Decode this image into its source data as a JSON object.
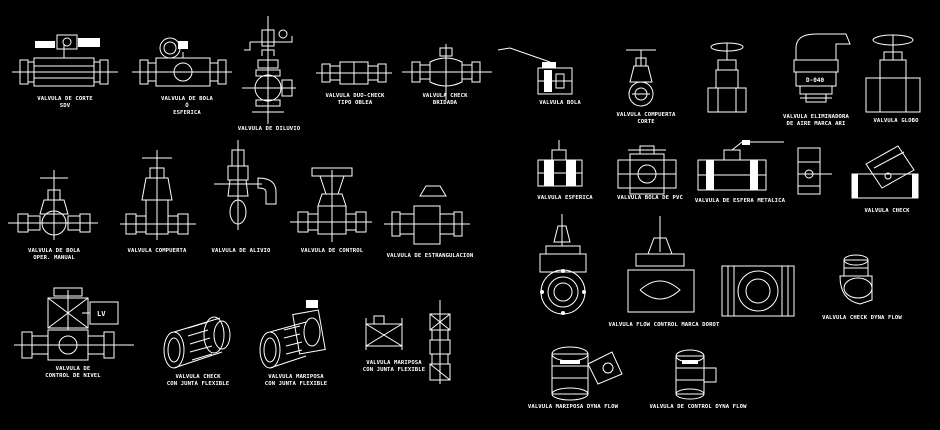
{
  "colors": {
    "background": "#000000",
    "linework": "#ffffff",
    "accent": "#ff2a2a"
  },
  "labels": {
    "shutoff_sdv": [
      "VALVULA DE CORTE",
      "SDV"
    ],
    "ball_or_sphere": [
      "VALVULA DE BOLA",
      "Ó",
      "ESFERICA"
    ],
    "deluge": [
      "VALVULA DE DILUVIO"
    ],
    "duo_check": [
      "VALVULA DUO-CHECK",
      "TIPO OBLEA"
    ],
    "check_flanged": [
      "VALVULA CHECK",
      "BRIDADA"
    ],
    "ball_valve": [
      "VALVULA BOLA"
    ],
    "gate_cut": [
      "VALVULA COMPUERTA",
      "CORTE"
    ],
    "air_eliminator": [
      "VALVULA ELIMINADORA",
      "DE AIRE MARCA ARI"
    ],
    "globe": [
      "VALVULA GLOBO"
    ],
    "ball_manual": [
      "VALVULA DE BOLA",
      "OPER. MANUAL"
    ],
    "gate": [
      "VALVULA COMPUERTA"
    ],
    "relief": [
      "VALVULA DE ALIVIO"
    ],
    "control": [
      "VALVULA DE CONTROL"
    ],
    "throttle": [
      "VALVULA DE ESTRANGULACION"
    ],
    "sphere": [
      "VALVULA ESFERICA"
    ],
    "pvc_ball": [
      "VALVULA BOLA DE PVC"
    ],
    "metal_sphere": [
      "VALVULA DE ESFERA METALICA"
    ],
    "check": [
      "VALVULA CHECK"
    ],
    "level_control": [
      "VALVULA DE",
      "CONTROL DE NIVEL"
    ],
    "check_flexible": [
      "VALVULA CHECK",
      "CON JUNTA FLEXIBLE"
    ],
    "butterfly_flexible_a": [
      "VALVULA MARIPOSA",
      "CON JUNTA FLEXIBLE"
    ],
    "butterfly_flexible_b": [
      "VALVULA MARIPOSA",
      "CON JUNTA FLEXIBLE"
    ],
    "flow_control_dorot": [
      "VALVULA FLOW CONTROL MARCA DOROT"
    ],
    "check_dyna_flow": [
      "VALVULA CHECK DYNA FLOW"
    ],
    "butterfly_dyna_flow": [
      "VALVULA MARIPOSA DYNA FLOW"
    ],
    "control_dyna_flow": [
      "VALVULA DE CONTROL DYNA FLOW"
    ]
  },
  "tags": {
    "lv": "LV",
    "ari": "D-040"
  }
}
